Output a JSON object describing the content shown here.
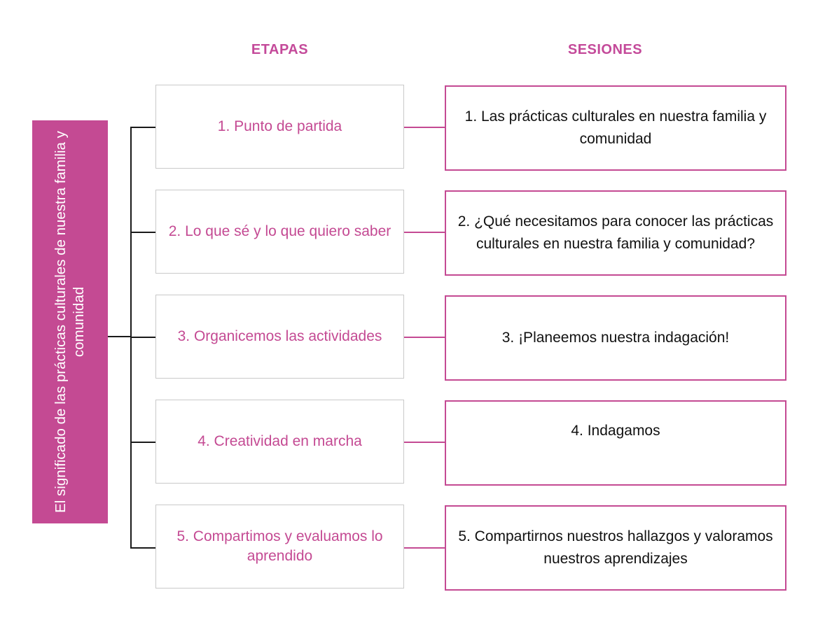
{
  "headers": {
    "etapas": "ETAPAS",
    "sesiones": "SESIONES"
  },
  "root": {
    "text": "El significado de las prácticas culturales de nuestra familia y comunidad"
  },
  "stages": [
    {
      "label": "1. Punto de partida"
    },
    {
      "label": "2. Lo que sé y lo que quiero saber"
    },
    {
      "label": "3. Organicemos las actividades"
    },
    {
      "label": "4. Creatividad en marcha"
    },
    {
      "label": "5. Compartimos y evaluamos lo aprendido"
    }
  ],
  "sessions": [
    {
      "label": "1. Las prácticas culturales en nuestra familia y comunidad"
    },
    {
      "label": "2.  ¿Qué necesitamos para conocer las prácticas culturales en nuestra familia y comunidad?"
    },
    {
      "label": "3. ¡Planeemos nuestra indagación!"
    },
    {
      "label": "4. Indagamos"
    },
    {
      "label": "5. Compartirnos nuestros hallazgos y valoramos nuestros aprendizajes"
    }
  ],
  "colors": {
    "accent": "#c44a93",
    "connector": "#1a1a1a",
    "stage_border": "#c9c9c9"
  }
}
